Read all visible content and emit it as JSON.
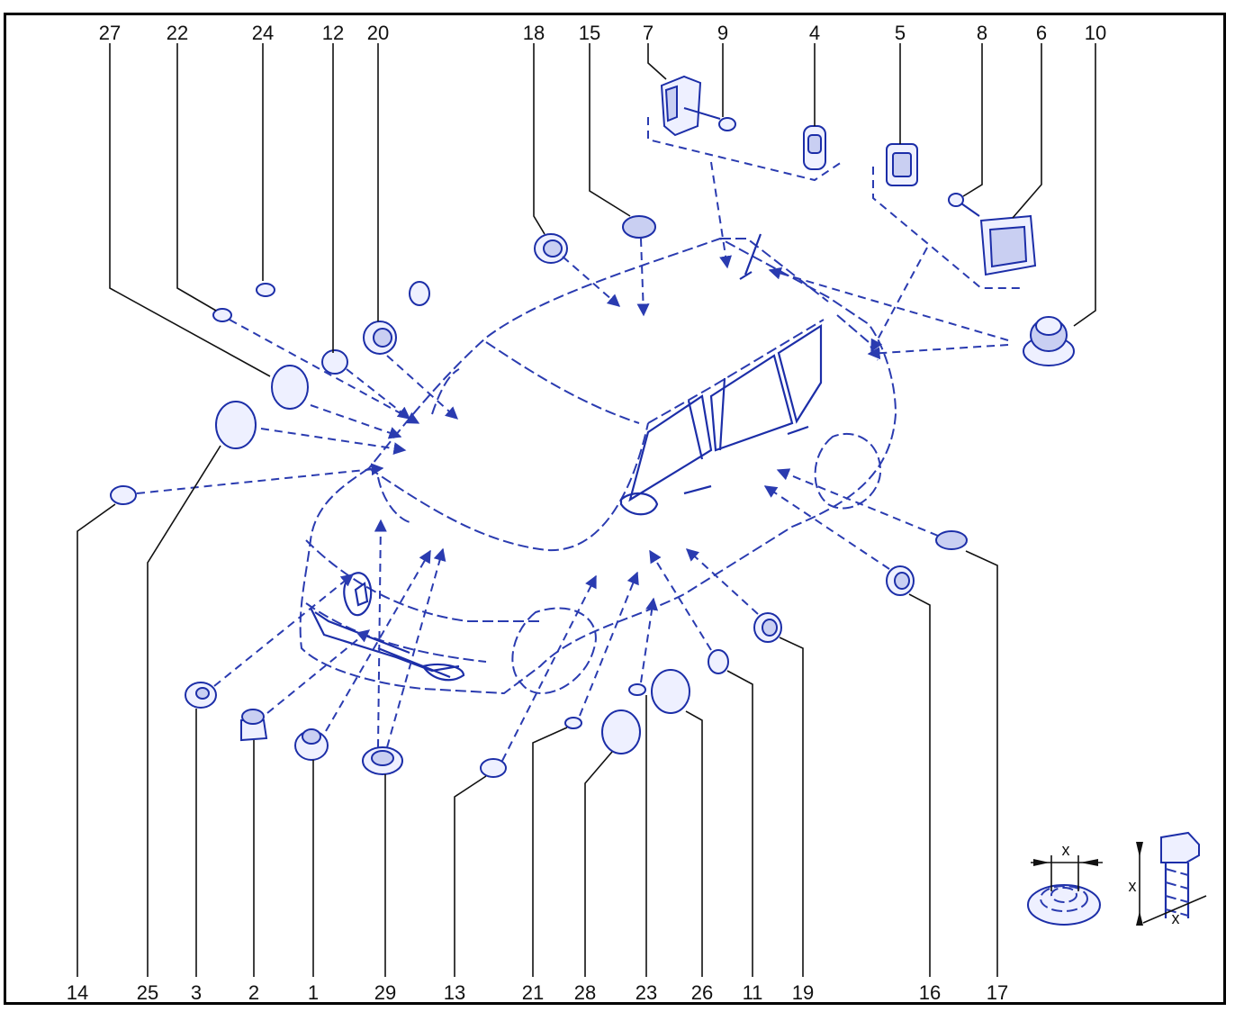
{
  "callouts_top": [
    "27",
    "22",
    "24",
    "12",
    "20",
    "18",
    "15",
    "7",
    "9",
    "4",
    "5",
    "8",
    "6",
    "10"
  ],
  "callouts_bottom": [
    "14",
    "25",
    "3",
    "2",
    "1",
    "29",
    "13",
    "21",
    "28",
    "23",
    "26",
    "11",
    "19",
    "16",
    "17"
  ],
  "legend": {
    "dim_x_label": "x"
  },
  "colors": {
    "line": "#2a3bb0",
    "frame": "#000000",
    "text": "#111111"
  }
}
